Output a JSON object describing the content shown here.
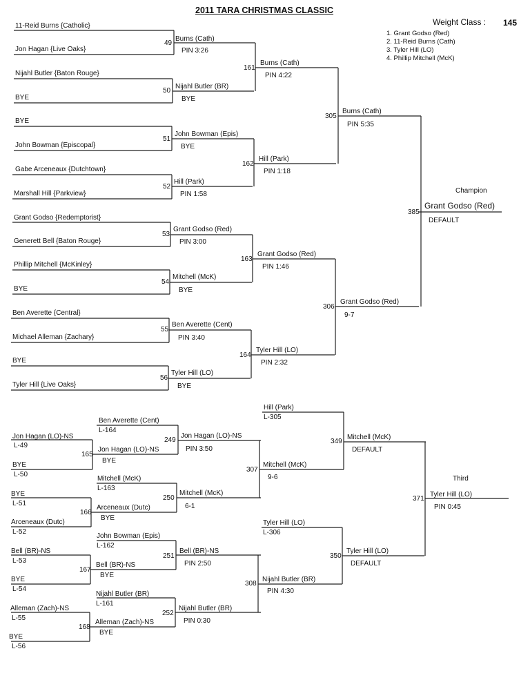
{
  "title": "2011 TARA CHRISTMAS CLASSIC",
  "weight_class_label": "Weight Class :",
  "weight_class_value": "145",
  "placements": [
    "1. Grant Godso (Red)",
    "2. 11-Reid Burns (Cath)",
    "3. Tyler Hill (LO)",
    "4. Phillip Mitchell (McK)"
  ],
  "champion_label": "Champion",
  "champion_name": "Grant Godso (Red)",
  "champion_result": "DEFAULT",
  "third_label": "Third",
  "third_name": "Tyler Hill (LO)",
  "third_result": "PIN 0:45",
  "championship": {
    "round1": [
      {
        "top": "11-Reid Burns {Catholic}",
        "bottom": "Jon Hagan {Live Oaks}",
        "bout": "49",
        "winner": "Burns (Cath)",
        "result": "PIN 3:26"
      },
      {
        "top": "Nijahl Butler {Baton Rouge}",
        "bottom": "BYE",
        "bout": "50",
        "winner": "Nijahl Butler (BR)",
        "result": "BYE"
      },
      {
        "top": "BYE",
        "bottom": "John Bowman {Episcopal}",
        "bout": "51",
        "winner": "John Bowman (Epis)",
        "result": "BYE"
      },
      {
        "top": "Gabe Arceneaux {Dutchtown}",
        "bottom": "Marshall Hill {Parkview}",
        "bout": "52",
        "winner": "Hill (Park)",
        "result": "PIN 1:58"
      },
      {
        "top": "Grant Godso {Redemptorist}",
        "bottom": "Generett Bell {Baton Rouge}",
        "bout": "53",
        "winner": "Grant Godso (Red)",
        "result": "PIN 3:00"
      },
      {
        "top": "Phillip Mitchell {McKinley}",
        "bottom": "BYE",
        "bout": "54",
        "winner": "Mitchell (McK)",
        "result": "BYE"
      },
      {
        "top": "Ben Averette {Central}",
        "bottom": "Michael Alleman {Zachary}",
        "bout": "55",
        "winner": "Ben Averette (Cent)",
        "result": "PIN 3:40"
      },
      {
        "top": "BYE",
        "bottom": "Tyler Hill {Live Oaks}",
        "bout": "56",
        "winner": "Tyler Hill (LO)",
        "result": "BYE"
      }
    ],
    "quarters": [
      {
        "bout": "161",
        "winner": "Burns (Cath)",
        "result": "PIN 4:22"
      },
      {
        "bout": "162",
        "winner": "Hill (Park)",
        "result": "PIN 1:18"
      },
      {
        "bout": "163",
        "winner": "Grant Godso (Red)",
        "result": "PIN 1:46"
      },
      {
        "bout": "164",
        "winner": "Tyler Hill (LO)",
        "result": "PIN 2:32"
      }
    ],
    "semis": [
      {
        "bout": "305",
        "winner": "Burns (Cath)",
        "result": "PIN 5:35"
      },
      {
        "bout": "306",
        "winner": "Grant Godso (Red)",
        "result": "9-7"
      }
    ],
    "final_bout": "385"
  },
  "consolation": {
    "groups": [
      {
        "drop": "Ben Averette (Cent)",
        "drop_note": "L-164",
        "top": "Jon Hagan (LO)-NS",
        "top_note": "L-49",
        "bottom": "BYE",
        "bottom_note": "L-50",
        "bout1": "165",
        "w1": "Jon Hagan (LO)-NS",
        "r1": "BYE",
        "bout2": "249",
        "w2": "Jon Hagan (LO)-NS",
        "r2": "PIN 3:50"
      },
      {
        "drop": "Mitchell (McK)",
        "drop_note": "L-163",
        "top": "BYE",
        "top_note": "L-51",
        "bottom": "Arceneaux (Dutc)",
        "bottom_note": "L-52",
        "bout1": "166",
        "w1": "Arceneaux (Dutc)",
        "r1": "BYE",
        "bout2": "250",
        "w2": "Mitchell (McK)",
        "r2": "6-1"
      },
      {
        "drop": "John Bowman (Epis)",
        "drop_note": "L-162",
        "top": "Bell (BR)-NS",
        "top_note": "L-53",
        "bottom": "BYE",
        "bottom_note": "L-54",
        "bout1": "167",
        "w1": "Bell (BR)-NS",
        "r1": "BYE",
        "bout2": "251",
        "w2": "Bell (BR)-NS",
        "r2": "PIN 2:50"
      },
      {
        "drop": "Nijahl Butler (BR)",
        "drop_note": "L-161",
        "top": "Alleman (Zach)-NS",
        "top_note": "L-55",
        "bottom": "BYE",
        "bottom_note": "L-56",
        "bout1": "168",
        "w1": "Alleman (Zach)-NS",
        "r1": "BYE",
        "bout2": "252",
        "w2": "Nijahl Butler (BR)",
        "r2": "PIN 0:30"
      }
    ],
    "c307": {
      "bout": "307",
      "winner": "Mitchell (McK)",
      "result": "9-6"
    },
    "c308": {
      "bout": "308",
      "winner": "Nijahl Butler (BR)",
      "result": "PIN 4:30"
    },
    "c349": {
      "drop": "Hill (Park)",
      "drop_note": "L-305",
      "bout": "349",
      "winner": "Mitchell (McK)",
      "result": "DEFAULT"
    },
    "c350": {
      "drop": "Tyler Hill (LO)",
      "drop_note": "L-306",
      "bout": "350",
      "winner": "Tyler Hill (LO)",
      "result": "DEFAULT"
    },
    "third_bout": "371"
  }
}
